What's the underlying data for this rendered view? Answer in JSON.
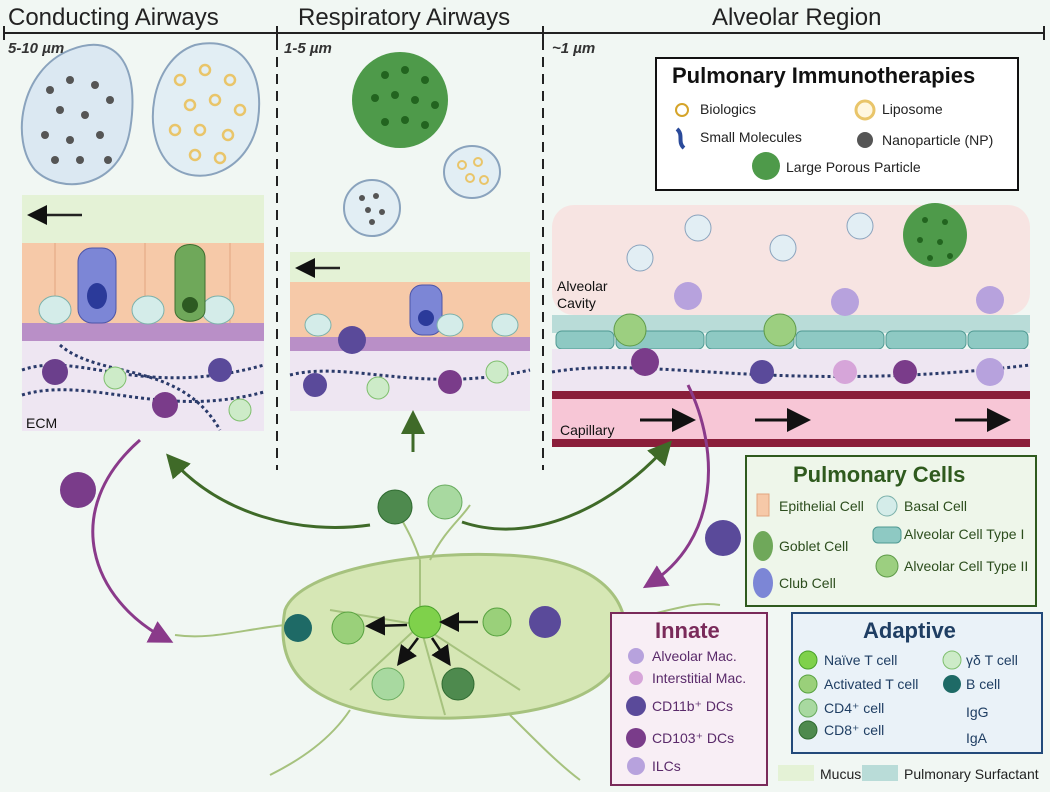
{
  "regions": {
    "conducting": {
      "title": "Conducting Airways",
      "size": "5-10 µm"
    },
    "respiratory": {
      "title": "Respiratory Airways",
      "size": "1-5 µm"
    },
    "alveolar": {
      "title": "Alveolar Region",
      "size": "~1 µm"
    }
  },
  "labels": {
    "ecm": "ECM",
    "alveolar_cavity_1": "Alveolar",
    "alveolar_cavity_2": "Cavity",
    "capillary": "Capillary"
  },
  "immunotherapies": {
    "title": "Pulmonary Immunotherapies",
    "items": [
      "Biologics",
      "Liposome",
      "Small Molecules",
      "Nanoparticle (NP)",
      "Large Porous Particle"
    ]
  },
  "pulmonary_cells": {
    "title": "Pulmonary Cells",
    "items": [
      "Epithelial Cell",
      "Basal Cell",
      "Goblet Cell",
      "Alveolar Cell Type I",
      "Club Cell",
      "Alveolar Cell Type II"
    ]
  },
  "innate": {
    "title": "Innate",
    "items": [
      "Alveolar Mac.",
      "Interstitial Mac.",
      "CD11b⁺ DCs",
      "CD103⁺ DCs",
      "ILCs"
    ]
  },
  "adaptive": {
    "title": "Adaptive",
    "items": [
      "Naïve T cell",
      "γδ T cell",
      "Activated T cell",
      "B cell",
      "CD4⁺ cell",
      "IgG",
      "CD8⁺ cell",
      "IgA"
    ]
  },
  "bottom_legend": {
    "mucus": "Mucus",
    "surfactant": "Pulmonary Surfactant"
  },
  "colors": {
    "mucus": "#e4f2d6",
    "surfactant": "#b9dcd8",
    "epithelial": "#f6c9a8",
    "club": "#7c86d6",
    "goblet": "#6fa85a",
    "dc_purple": "#6b3f8c",
    "capillary": "#f7c6d6",
    "node_green": "#d6e7b5"
  }
}
